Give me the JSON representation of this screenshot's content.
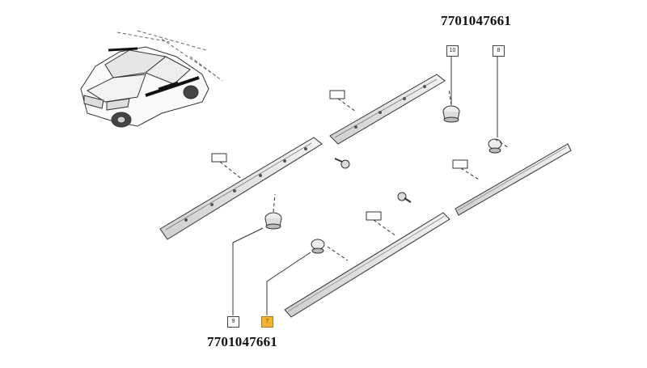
{
  "part_number_top": "7701047661",
  "part_number_bottom": "7701047661",
  "callouts": {
    "c10": "10",
    "c8": "8",
    "c9": "9",
    "c7": "7"
  },
  "highlight_color": "#f5b330"
}
